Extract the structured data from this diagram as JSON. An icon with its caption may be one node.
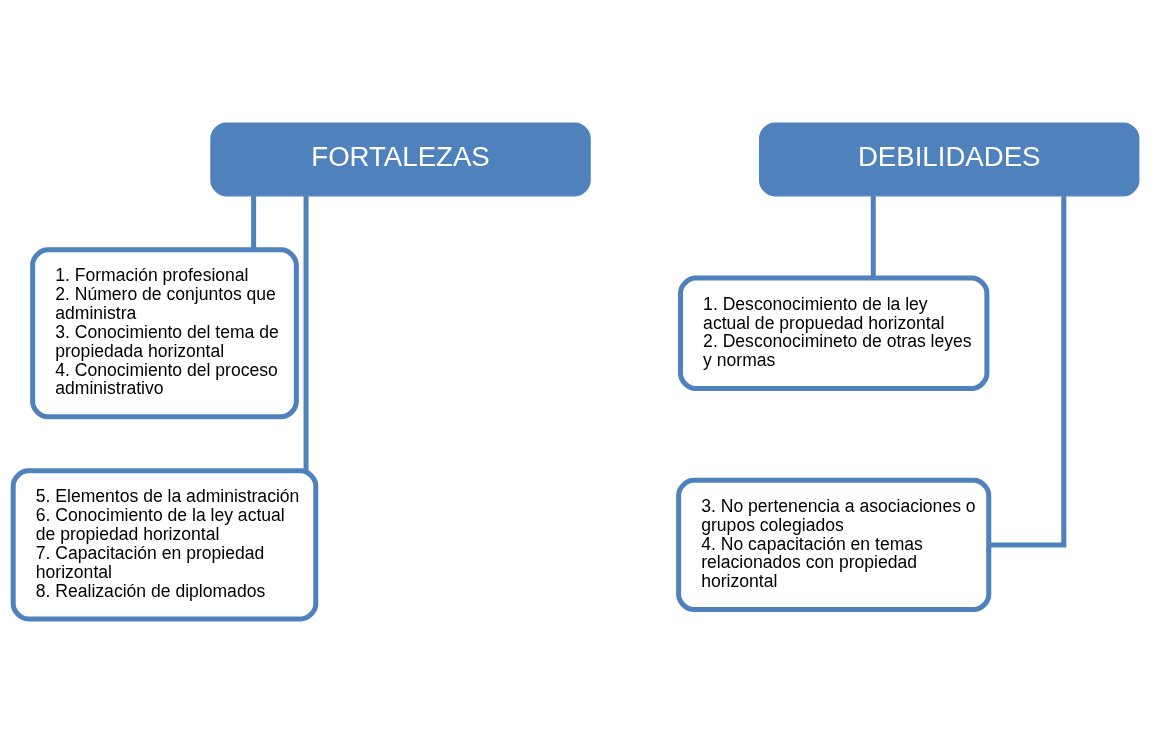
{
  "diagram": {
    "nodes": [
      {
        "text": [
          "FORTALEZAS"
        ]
      },
      {
        "text": [
          "1. Formación profesional",
          "2. Número de conjuntos que administra",
          "3. Conocimiento del tema de propiedada horizontal",
          "4. Conocimiento del proceso administrativo"
        ]
      },
      {
        "text": [
          "5. Elementos de la administración",
          "6. Conocimiento de la ley actual de propiedad horizontal",
          "7. Capacitación en propiedad horizontal",
          "8. Realización de diplomados"
        ]
      },
      {
        "text": [
          "DEBILIDADES"
        ]
      },
      {
        "text": [
          "1. Desconocimiento de la ley actual de propuedad horizontal",
          "2. Desconocimineto de otras leyes y normas"
        ]
      },
      {
        "text": [
          "3. No pertenencia a asociaciones o grupos colegiados",
          "4. No capacitación en temas relacionados con propiedad horizontal"
        ]
      }
    ],
    "edges": [
      {
        "from": 0,
        "to": 1,
        "arrow": "none"
      },
      {
        "from": 0,
        "to": 2,
        "arrow": "none"
      },
      {
        "from": 3,
        "to": 4,
        "arrow": "none"
      },
      {
        "from": 3,
        "to": 5,
        "arrow": "none"
      }
    ]
  }
}
